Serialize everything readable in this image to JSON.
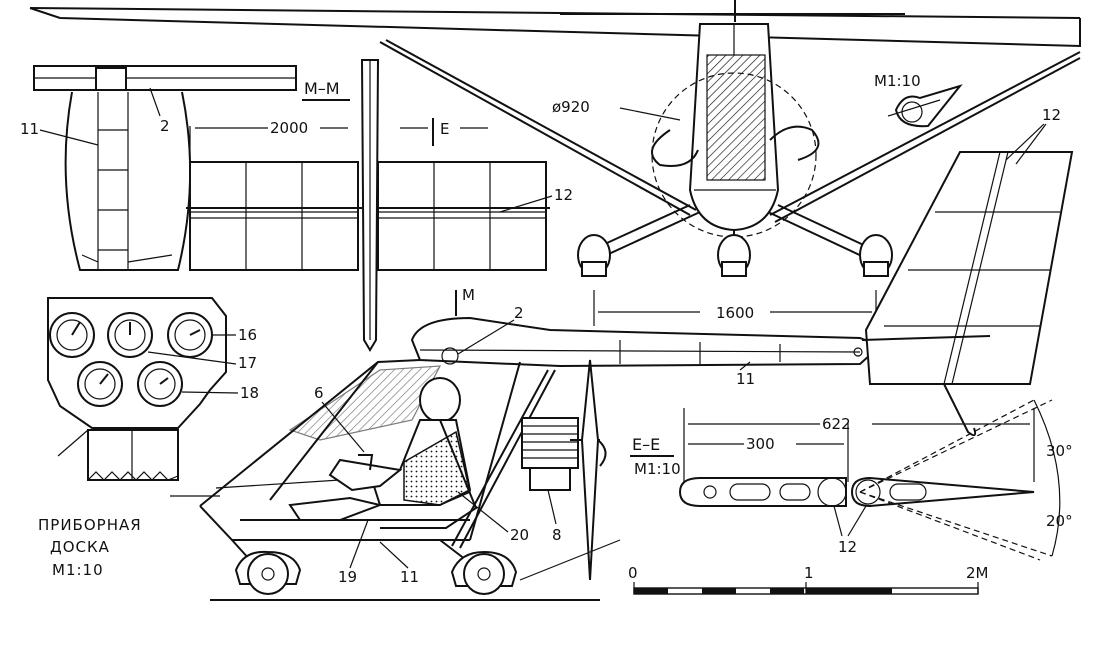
{
  "labels": {
    "mm_section": "M–M",
    "ee_section": "E–E",
    "scale_profile": "M1:10",
    "scale_ee": "M1:10",
    "section_mark_m": "M",
    "section_mark_e": "E",
    "dim_2000": "2000",
    "dim_920": "ø920",
    "dim_1600": "1600",
    "dim_622": "622",
    "dim_300": "300",
    "angle_30": "30°",
    "angle_20": "20°",
    "callout_2a": "2",
    "callout_2b": "2",
    "callout_11a": "11",
    "callout_11b": "11",
    "callout_11c": "11",
    "callout_12a": "12",
    "callout_12b": "12",
    "callout_12c": "12",
    "callout_6": "6",
    "callout_8": "8",
    "callout_16": "16",
    "callout_17": "17",
    "callout_18": "18",
    "callout_19": "19",
    "callout_20": "20",
    "scale_0": "0",
    "scale_1": "1",
    "scale_2": "2M"
  },
  "caption": {
    "line1": "ПРИБОРНАЯ",
    "line2": "ДОСКА",
    "line3": "M1:10"
  }
}
